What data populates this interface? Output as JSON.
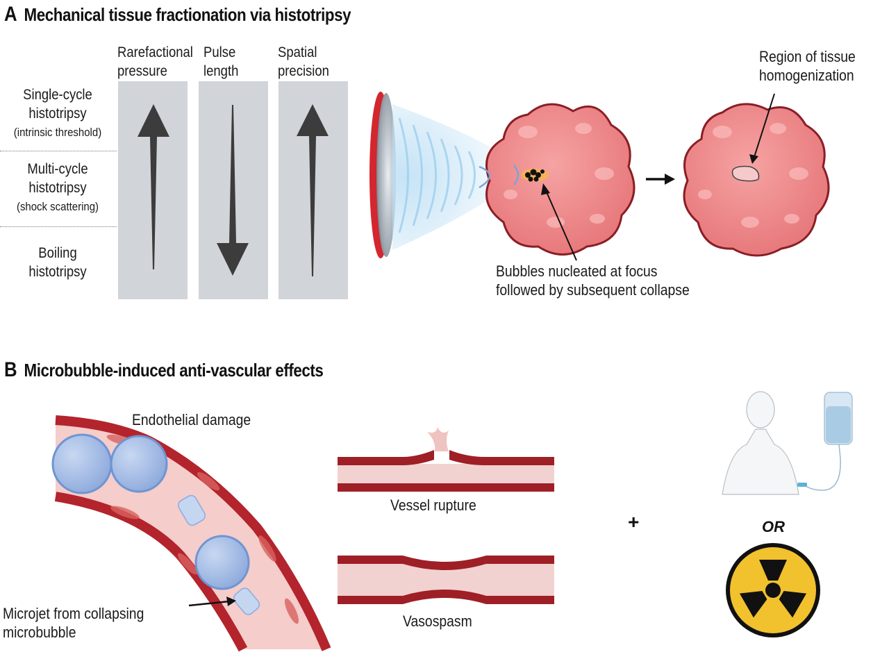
{
  "panel_a": {
    "letter": "A",
    "title": "Mechanical tissue fractionation via histotripsy",
    "column_headers": [
      {
        "line1": "Rarefactional",
        "line2": "pressure",
        "trend": "increasing"
      },
      {
        "line1": "Pulse",
        "line2": "length",
        "trend": "decreasing"
      },
      {
        "line1": "Spatial",
        "line2": "precision",
        "trend": "increasing"
      }
    ],
    "row_labels": [
      {
        "line1": "Single-cycle",
        "line2": "histotripsy",
        "note": "(intrinsic threshold)"
      },
      {
        "line1": "Multi-cycle",
        "line2": "histotripsy",
        "note": "(shock scattering)"
      },
      {
        "line1": "Boiling",
        "line2": "histotripsy",
        "note": ""
      }
    ],
    "callouts": {
      "bubbles_line1": "Bubbles nucleated at focus",
      "bubbles_line2": "followed by subsequent collapse",
      "region_line1": "Region of tissue",
      "region_line2": "homogenization"
    }
  },
  "panel_b": {
    "letter": "B",
    "title": "Microbubble-induced anti-vascular effects",
    "labels": {
      "endothelial": "Endothelial damage",
      "microjet_line1": "Microjet from collapsing",
      "microjet_line2": "microbubble",
      "rupture": "Vessel rupture",
      "vasospasm": "Vasospasm",
      "plus": "+",
      "or": "OR"
    }
  },
  "colors": {
    "column_gray": "#d1d4d8",
    "arrow_dark": "#3c3c3c",
    "tissue_pink": "#ef8f8f",
    "tissue_outline": "#8a1e25",
    "vessel_red": "#b3242c",
    "vessel_lumen": "#f6d3d1",
    "bubble_blue": "#a9c1e6",
    "radiation_yellow": "#f2c12e"
  }
}
